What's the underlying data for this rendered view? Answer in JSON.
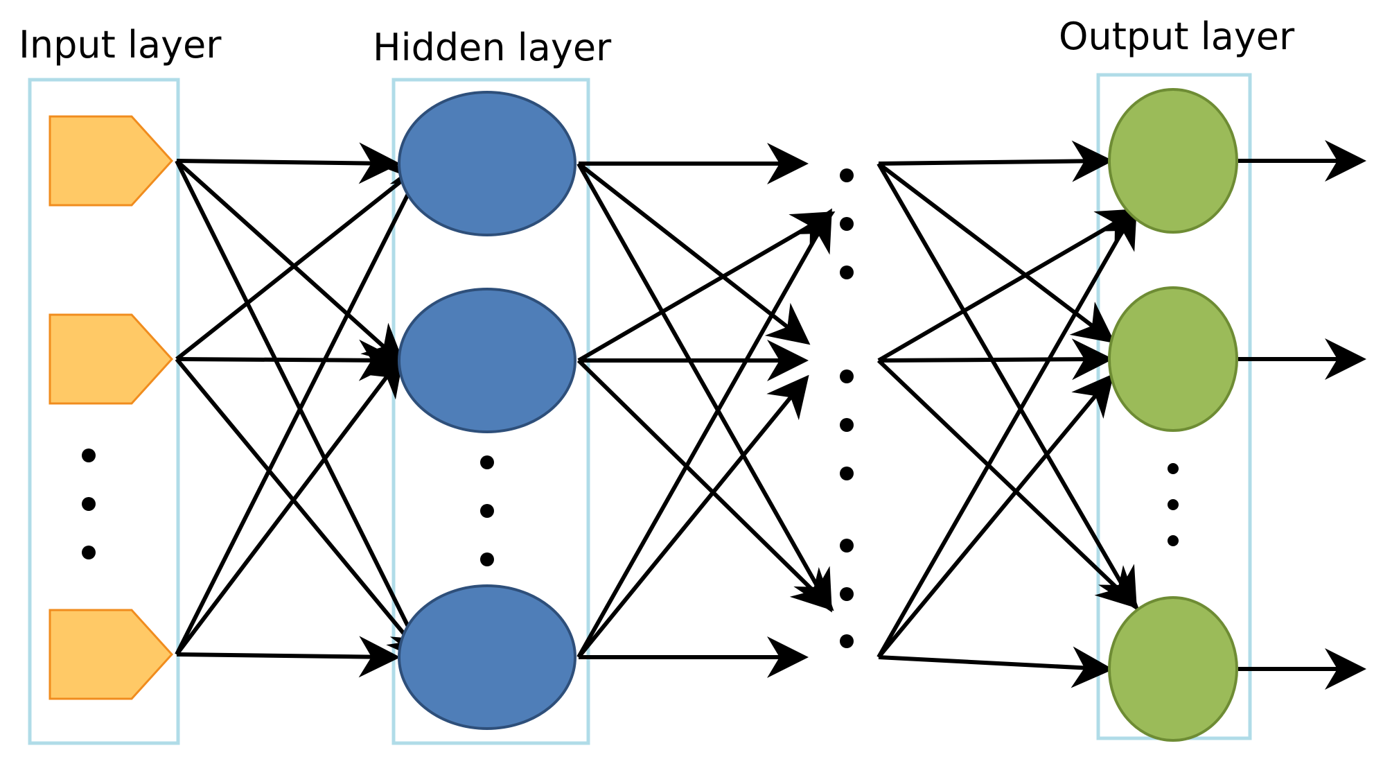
{
  "layers": [
    {
      "id": "input",
      "title": "Input layer"
    },
    {
      "id": "hidden",
      "title": "Hidden layer"
    },
    {
      "id": "output",
      "title": "Output layer"
    }
  ],
  "colors": {
    "input_fill": "#FFC966",
    "input_stroke": "#F08C1E",
    "hidden_fill": "#4F7EB8",
    "hidden_stroke": "#2E4F7A",
    "output_fill": "#9BBB59",
    "output_stroke": "#6E8C34",
    "box_stroke": "#B0DCE8",
    "arrow": "#000000"
  },
  "icons": {
    "input_node": "pentagon-arrow-icon",
    "hidden_node": "circle-icon",
    "output_node": "circle-icon",
    "ellipsis": "vertical-dots-icon"
  }
}
